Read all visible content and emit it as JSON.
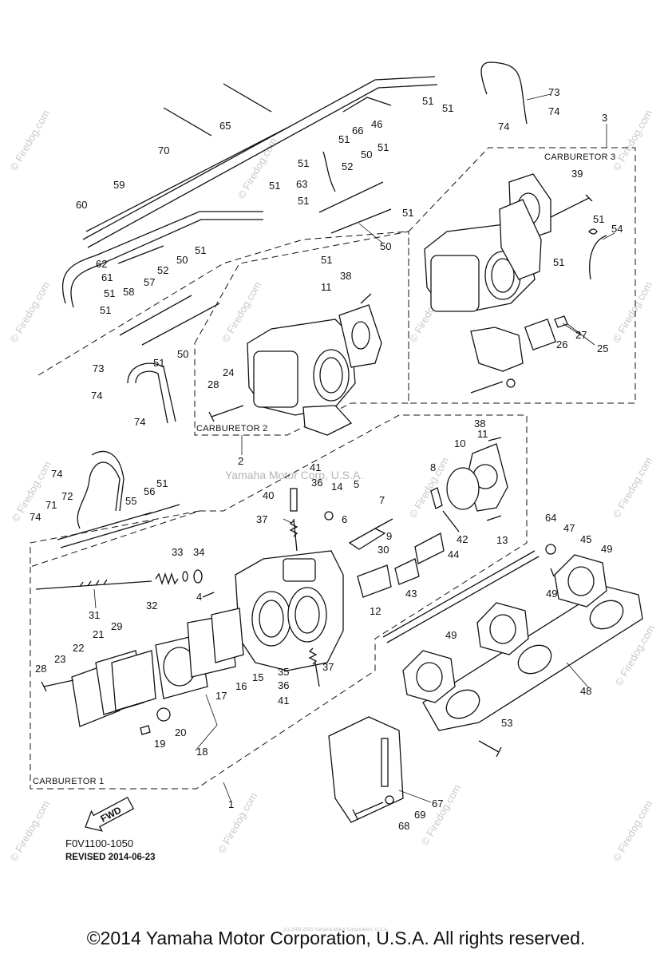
{
  "diagram": {
    "watermark_center": "Yamaha Motor Corp, U.S.A.",
    "watermark_site": "© Firedog.com",
    "group_labels": {
      "carb1": "CARBURETOR 1",
      "carb2": "CARBURETOR 2",
      "carb3": "CARBURETOR 3"
    },
    "fwd_label": "FWD",
    "drawing_code": "F0V1100-1050",
    "revised": "REVISED 2014-06-23",
    "callouts": {
      "c1": "1",
      "c2": "2",
      "c3": "3",
      "c4": "4",
      "c5": "5",
      "c6": "6",
      "c7": "7",
      "c8": "8",
      "c9": "9",
      "c10": "10",
      "c11a": "11",
      "c11b": "11",
      "c12": "12",
      "c13": "13",
      "c14": "14",
      "c15": "15",
      "c16": "16",
      "c17": "17",
      "c18": "18",
      "c19": "19",
      "c20": "20",
      "c21": "21",
      "c22": "22",
      "c23": "23",
      "c24": "24",
      "c25": "25",
      "c26": "26",
      "c27": "27",
      "c28a": "28",
      "c28b": "28",
      "c29": "29",
      "c30": "30",
      "c31": "31",
      "c32": "32",
      "c33": "33",
      "c34": "34",
      "c35": "35",
      "c36a": "36",
      "c36b": "36",
      "c37a": "37",
      "c37b": "37",
      "c38a": "38",
      "c38b": "38",
      "c39": "39",
      "c40": "40",
      "c41a": "41",
      "c41b": "41",
      "c42": "42",
      "c43": "43",
      "c44": "44",
      "c45": "45",
      "c46": "46",
      "c47": "47",
      "c48": "48",
      "c49a": "49",
      "c49b": "49",
      "c49c": "49",
      "c50a": "50",
      "c50b": "50",
      "c50c": "50",
      "c50d": "50",
      "c51a": "51",
      "c51b": "51",
      "c51c": "51",
      "c51d": "51",
      "c51e": "51",
      "c51f": "51",
      "c51g": "51",
      "c51h": "51",
      "c51i": "51",
      "c51j": "51",
      "c51k": "51",
      "c51l": "51",
      "c51m": "51",
      "c51n": "51",
      "c51o": "51",
      "c51p": "51",
      "c52a": "52",
      "c52b": "52",
      "c53": "53",
      "c54": "54",
      "c55": "55",
      "c56": "56",
      "c57": "57",
      "c58": "58",
      "c59": "59",
      "c60": "60",
      "c61": "61",
      "c62": "62",
      "c63": "63",
      "c64": "64",
      "c65": "65",
      "c66": "66",
      "c67": "67",
      "c68": "68",
      "c69": "69",
      "c70": "70",
      "c71": "71",
      "c72": "72",
      "c73a": "73",
      "c73b": "73",
      "c74a": "74",
      "c74b": "74",
      "c74c": "74",
      "c74d": "74",
      "c74e": "74",
      "c74f": "74"
    }
  },
  "footer": {
    "copyright": "©2014 Yamaha Motor Corporation, U.S.A. All rights reserved.",
    "small_print": "(c) 2005-2015 Yamaha Motor Corporation, U.S.A."
  }
}
